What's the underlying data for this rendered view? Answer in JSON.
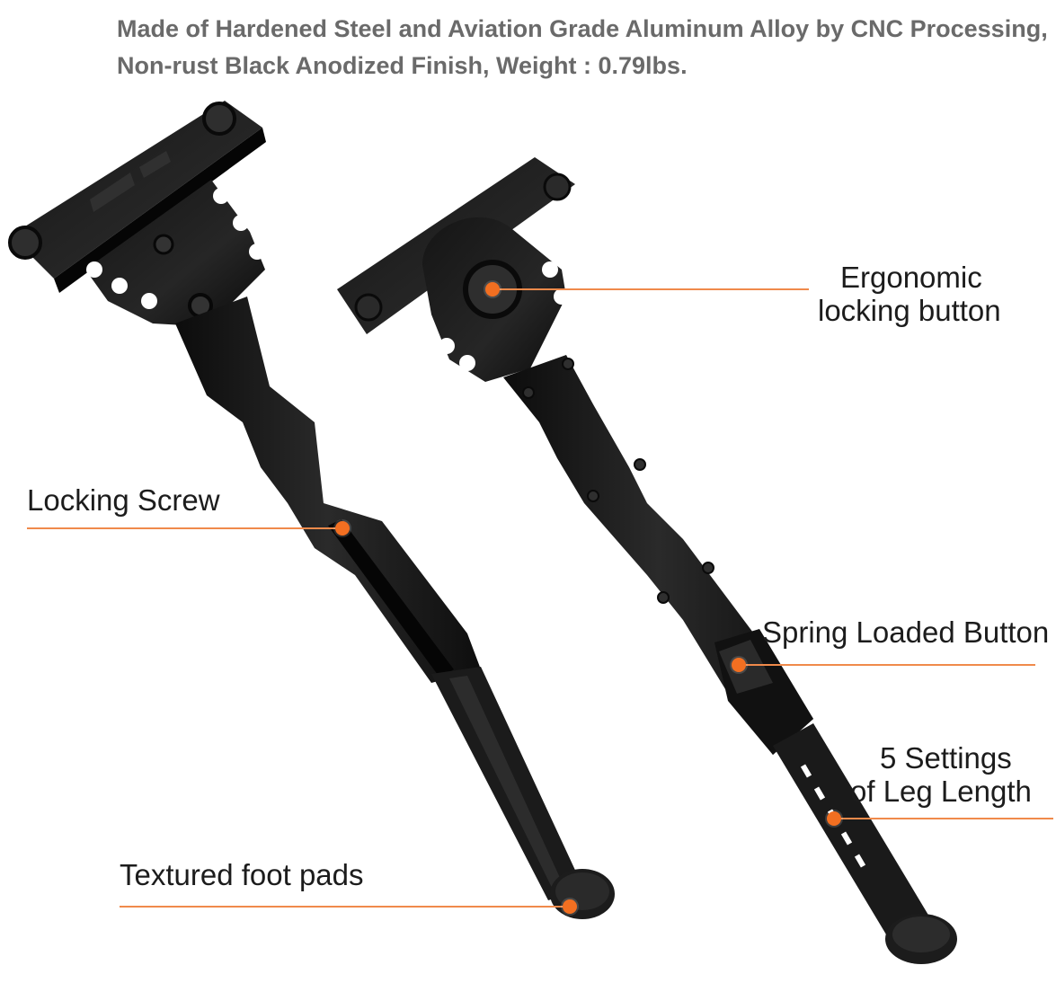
{
  "header": {
    "line1": "Made of Hardened Steel and Aviation Grade Aluminum Alloy by CNC Processing,",
    "line2": "Non-rust Black Anodized Finish, Weight : 0.79lbs."
  },
  "callouts": {
    "ergonomic": {
      "line1": "Ergonomic",
      "line2": "locking button"
    },
    "locking_screw": "Locking Screw",
    "spring_loaded": "Spring Loaded Button",
    "settings": {
      "line1": "5 Settings",
      "line2": "of Leg Length"
    },
    "foot_pads": "Textured foot pads"
  },
  "colors": {
    "accent": "#f26f21",
    "leader_line": "#f08a4b",
    "metal": "#1a1a1a",
    "header_text": "#6a6a6a"
  }
}
